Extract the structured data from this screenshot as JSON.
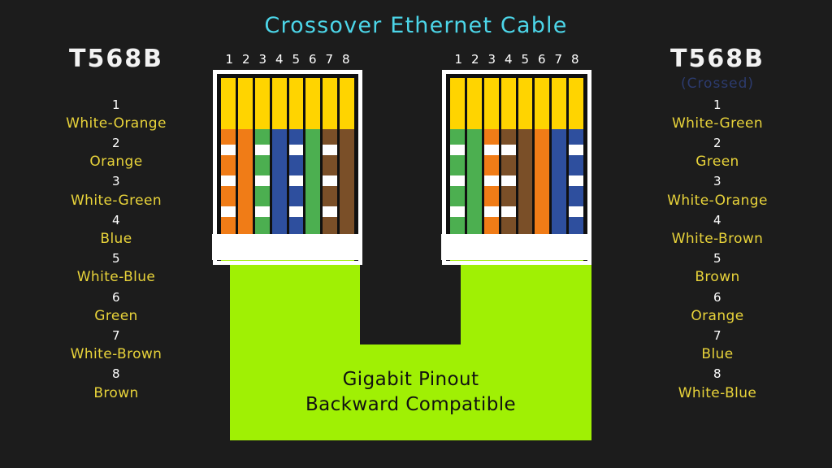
{
  "title": "Crossover Ethernet Cable",
  "accent_colors": {
    "title": "#4CD5E8",
    "pin_name": "#E8D33A",
    "pin_number": "#FFFFFF",
    "crossed_label": "#2C3B6E",
    "jacket": "#A0F004",
    "contact_gold": "#FFD400",
    "background": "#1C1C1C",
    "orange": "#F07C17",
    "green": "#4CAF50",
    "blue": "#2E4F9E",
    "brown": "#7A4F28"
  },
  "left_panel": {
    "standard": "T568B",
    "subtitle": "",
    "pins": [
      {
        "number": "1",
        "name": "White-Orange"
      },
      {
        "number": "2",
        "name": "Orange"
      },
      {
        "number": "3",
        "name": "White-Green"
      },
      {
        "number": "4",
        "name": "Blue"
      },
      {
        "number": "5",
        "name": "White-Blue"
      },
      {
        "number": "6",
        "name": "Green"
      },
      {
        "number": "7",
        "name": "White-Brown"
      },
      {
        "number": "8",
        "name": "Brown"
      }
    ]
  },
  "right_panel": {
    "standard": "T568B",
    "subtitle": "(Crossed)",
    "pins": [
      {
        "number": "1",
        "name": "White-Green"
      },
      {
        "number": "2",
        "name": "Green"
      },
      {
        "number": "3",
        "name": "White-Orange"
      },
      {
        "number": "4",
        "name": "White-Brown"
      },
      {
        "number": "5",
        "name": "Brown"
      },
      {
        "number": "6",
        "name": "Orange"
      },
      {
        "number": "7",
        "name": "Blue"
      },
      {
        "number": "8",
        "name": "White-Blue"
      }
    ]
  },
  "connector_left": {
    "pin_numbers": [
      "1",
      "2",
      "3",
      "4",
      "5",
      "6",
      "7",
      "8"
    ],
    "wires": [
      {
        "pin": "1",
        "color": "#F07C17",
        "striped": true,
        "label": "White-Orange"
      },
      {
        "pin": "2",
        "color": "#F07C17",
        "striped": false,
        "label": "Orange"
      },
      {
        "pin": "3",
        "color": "#4CAF50",
        "striped": true,
        "label": "White-Green"
      },
      {
        "pin": "4",
        "color": "#2E4F9E",
        "striped": false,
        "label": "Blue"
      },
      {
        "pin": "5",
        "color": "#2E4F9E",
        "striped": true,
        "label": "White-Blue"
      },
      {
        "pin": "6",
        "color": "#4CAF50",
        "striped": false,
        "label": "Green"
      },
      {
        "pin": "7",
        "color": "#7A4F28",
        "striped": true,
        "label": "White-Brown"
      },
      {
        "pin": "8",
        "color": "#7A4F28",
        "striped": false,
        "label": "Brown"
      }
    ]
  },
  "connector_right": {
    "pin_numbers": [
      "1",
      "2",
      "3",
      "4",
      "5",
      "6",
      "7",
      "8"
    ],
    "wires": [
      {
        "pin": "1",
        "color": "#4CAF50",
        "striped": true,
        "label": "White-Green"
      },
      {
        "pin": "2",
        "color": "#4CAF50",
        "striped": false,
        "label": "Green"
      },
      {
        "pin": "3",
        "color": "#F07C17",
        "striped": true,
        "label": "White-Orange"
      },
      {
        "pin": "4",
        "color": "#7A4F28",
        "striped": true,
        "label": "White-Brown"
      },
      {
        "pin": "5",
        "color": "#7A4F28",
        "striped": false,
        "label": "Brown"
      },
      {
        "pin": "6",
        "color": "#F07C17",
        "striped": false,
        "label": "Orange"
      },
      {
        "pin": "7",
        "color": "#2E4F9E",
        "striped": false,
        "label": "Blue"
      },
      {
        "pin": "8",
        "color": "#2E4F9E",
        "striped": true,
        "label": "White-Blue"
      }
    ]
  },
  "cable": {
    "line1": "Gigabit Pinout",
    "line2": "Backward Compatible"
  }
}
